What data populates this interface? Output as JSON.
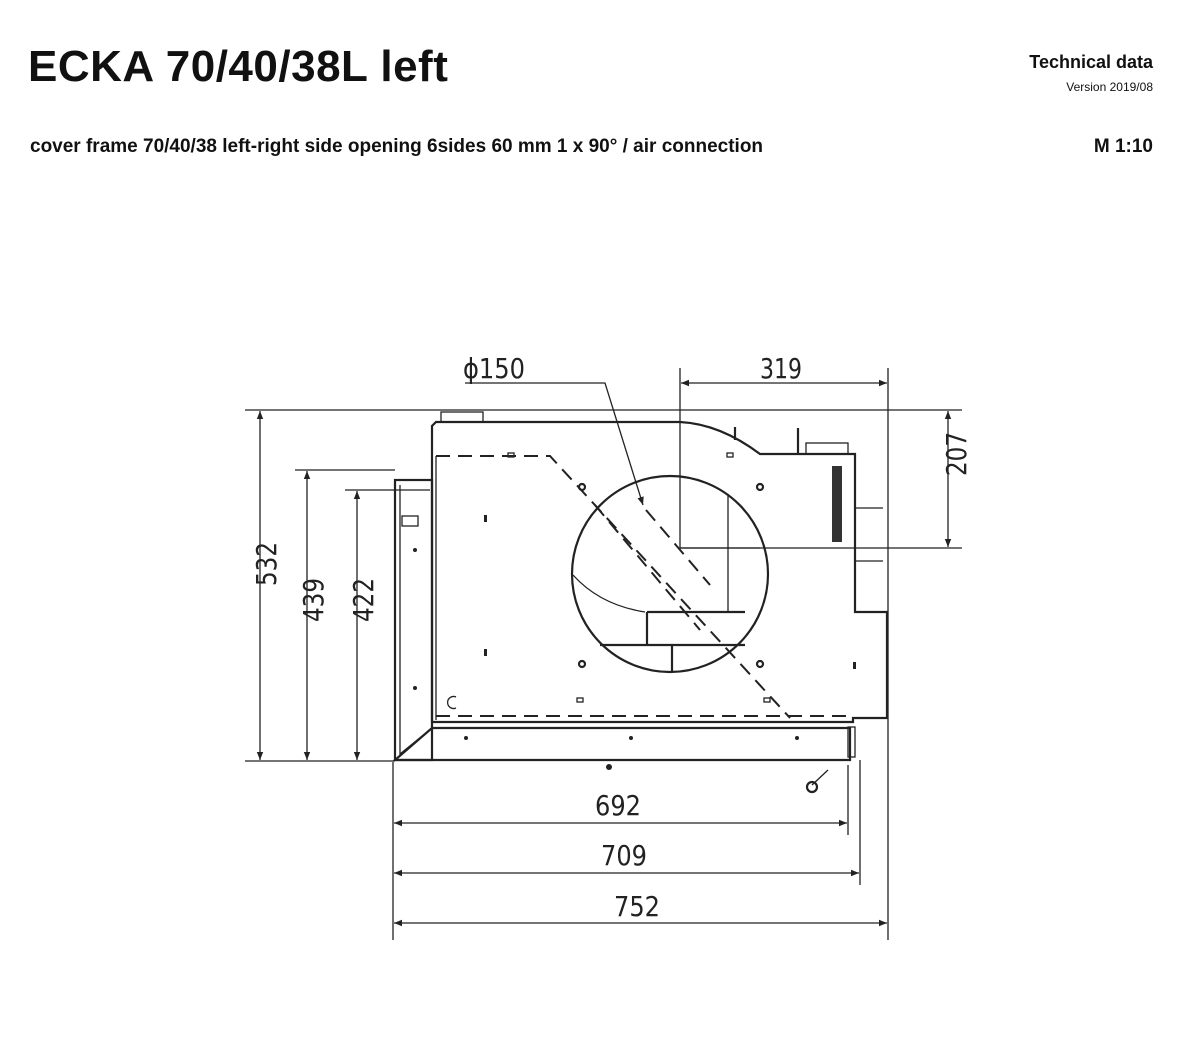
{
  "header": {
    "title": "ECKA 70/40/38L left",
    "technical_data": "Technical data",
    "version": "Version 2019/08",
    "subtitle": "cover frame 70/40/38 left-right side opening 6sides 60 mm 1 x 90° / air connection",
    "scale": "M 1:10"
  },
  "drawing": {
    "dimensions": {
      "diameter": "ϕ150",
      "top_offset": "319",
      "right_height": "207",
      "total_height": "532",
      "height_439": "439",
      "height_422": "422",
      "width_692": "692",
      "width_709": "709",
      "width_752": "752"
    }
  }
}
